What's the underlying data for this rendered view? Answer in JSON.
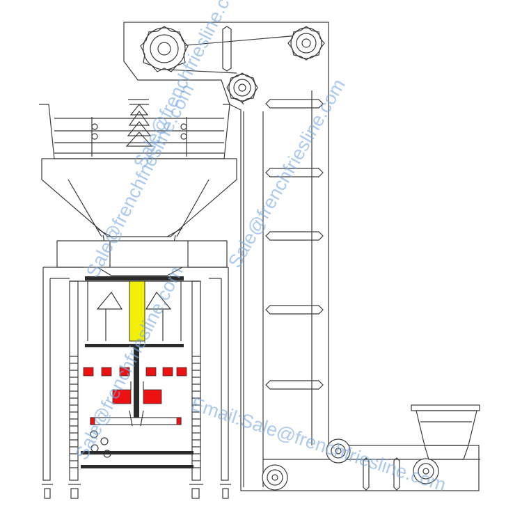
{
  "watermarks": {
    "wm1": "Sale@frenchfriesline.com",
    "wm2": "Sale@frenchfriesline.com",
    "wm3": "Sale@frenchfriesline.com",
    "wm4": "Sale@frenchfriesline.com",
    "wm5": "Email:Sale@frenchfriesline.com"
  },
  "colors": {
    "line": "#3a3a3a",
    "accent_red": "#ee1111",
    "accent_yellow": "#f2ee05",
    "watermark": "#78aae1"
  }
}
